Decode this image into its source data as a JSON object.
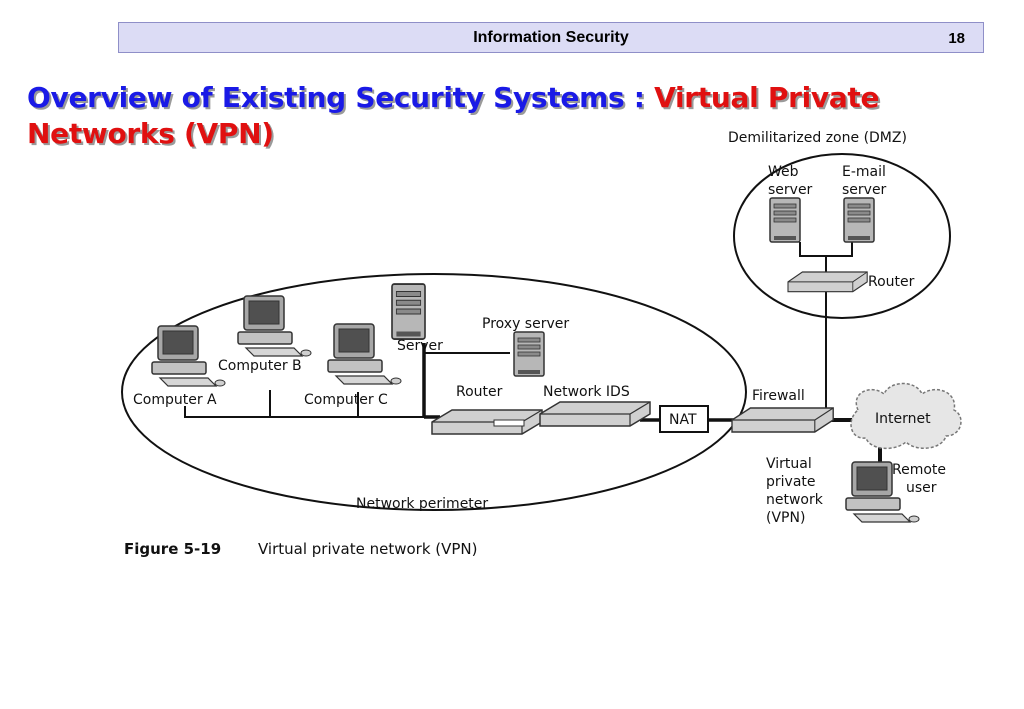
{
  "header": {
    "title": "Information Security",
    "page": "18"
  },
  "slide_title": {
    "part1": "Overview of Existing Security Systems : ",
    "part2": "Virtual Private Networks (VPN)"
  },
  "diagram": {
    "dmz": "Demilitarized zone (DMZ)",
    "web_server_1": "Web",
    "web_server_2": "server",
    "email_server_1": "E-mail",
    "email_server_2": "server",
    "dmz_router": "Router",
    "proxy_server": "Proxy server",
    "server": "Server",
    "computer_a": "Computer A",
    "computer_b": "Computer B",
    "computer_c": "Computer C",
    "router": "Router",
    "network_ids": "Network IDS",
    "nat": "NAT",
    "firewall": "Firewall",
    "internet": "Internet",
    "remote_user_1": "Remote",
    "remote_user_2": "user",
    "vpn_1": "Virtual",
    "vpn_2": "private",
    "vpn_3": "network",
    "vpn_4": "(VPN)",
    "network_perimeter": "Network perimeter",
    "figure_number": "Figure 5-19",
    "figure_caption": "Virtual private network (VPN)"
  }
}
